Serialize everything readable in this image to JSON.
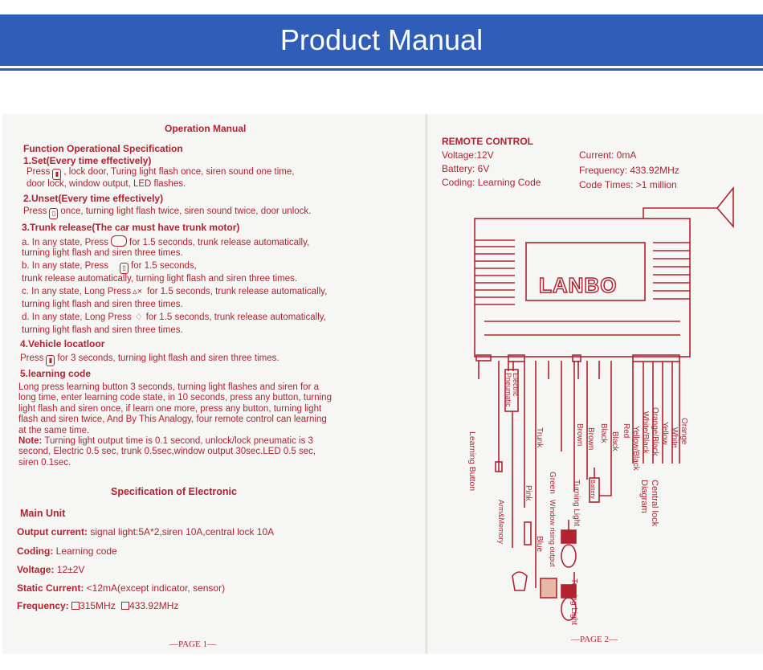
{
  "banner": {
    "title": "Product Manual"
  },
  "left_page": {
    "heading": "Operation Manual",
    "section_title": "Function Operational Specification",
    "set": {
      "title": "1.Set(Every time effectively)",
      "line1_a": "Press",
      "line1_b": ", lock door, Turing light flash once, siren sound one time,",
      "line2": "door lock, window output, LED flashes."
    },
    "unset": {
      "title": "2.Unset(Every time effectively)",
      "line1_a": "Press",
      "line1_b": "once, turning light flash twice, siren sound twice, door unlock."
    },
    "trunk": {
      "title": "3.Trunk release(The car must have trunk motor)",
      "a1_a": "a. In any state, Press",
      "a1_b": "for 1.5 seconds,  trunk release  automatically,",
      "a2": "turning light flash and siren three times.",
      "b1_a": "b. In any state, Press",
      "b1_b": "for 1.5 seconds,",
      "b2": "trunk release automatically, turning light flash and siren three times.",
      "c1_a": "c. In any state, Long Press",
      "c1_b": "for 1.5 seconds, trunk release automatically,",
      "c2": "turning light flash and siren three times.",
      "d1_a": "d. In any state, Long Press",
      "d1_b": "for 1.5 seconds, trunk release automatically,",
      "d2": "turning light flash and siren three times."
    },
    "locate": {
      "title": "4.Vehicle locatloor",
      "line1_a": "Press",
      "line1_b": "for 3 seconds, turning light flash and siren three times."
    },
    "learning": {
      "title": "5.learning code",
      "lines": [
        "Long press learning button 3 seconds, turning light flashes and siren for a",
        "long time, enter learning code state, in 10 seconds, press any button, turning",
        "light flash and siren once, if learn one more, press any button, turning light",
        "flash and siren twice, And By This Analogy, four remote control can learning",
        "at the same time."
      ],
      "note_label": "Note:",
      "note_lines": [
        " Turning light output time is 0.1 second, unlock/lock pneumatic is 3",
        "second, Electric 0.5 sec, trunk 0.5sec,window output 30sec.LED 0.5 sec,",
        "siren 0.1sec."
      ]
    },
    "spec_title": "Specification of Electronic",
    "main_unit": "Main Unit",
    "specs": {
      "output_label": "Output current:",
      "output_value": " signal light:5A*2,siren 10A,central lock 10A",
      "coding_label": "Coding:",
      "coding_value": " Learning code",
      "voltage_label": "Voltage:",
      "voltage_value": " 12±2V",
      "static_label": "Static Current:",
      "static_value": " <12mA(except indicator, sensor)",
      "freq_label": "Frequency:",
      "freq_opt1": "315MHz",
      "freq_opt2": "433.92MHz"
    },
    "footer": "—PAGE 1—"
  },
  "right_page": {
    "title": "REMOTE CONTROL",
    "voltage": "Voltage:12V",
    "battery": "Battery: 6V",
    "coding": "Coding: Learning Code",
    "current": "Current: 0mA",
    "frequency": "Frequency: 433.92MHz",
    "code_times": "Code Times: >1 million",
    "brand": "LANBO",
    "wire_labels": {
      "learning_button": "Learning Button",
      "electric_pneumatic": "Electric Pneumatic",
      "arm_memory": "Arm&Memory",
      "pink": "Pink",
      "trunk": "Trunk",
      "green": "Green",
      "window_rising": "Window rising output",
      "blue": "Blue",
      "turning_light_1": "Turning Light",
      "brown_1": "Brown",
      "brown_2": "Brown",
      "black_1": "Black",
      "battery": "Battery",
      "black_2": "Black",
      "red": "Red",
      "turning_light_2": "Turning Light",
      "yellow_black": "Yellow/Black",
      "white_black": "White/Black",
      "orange_black": "Orange/Black",
      "yellow": "Yellow",
      "white": "White",
      "orange": "Orange",
      "central_lock": "Central lock Diagram"
    },
    "footer": "—PAGE 2—"
  },
  "colors": {
    "banner": "#2f5db8",
    "ink": "#b0232f",
    "paper": "#f6f6f4"
  }
}
